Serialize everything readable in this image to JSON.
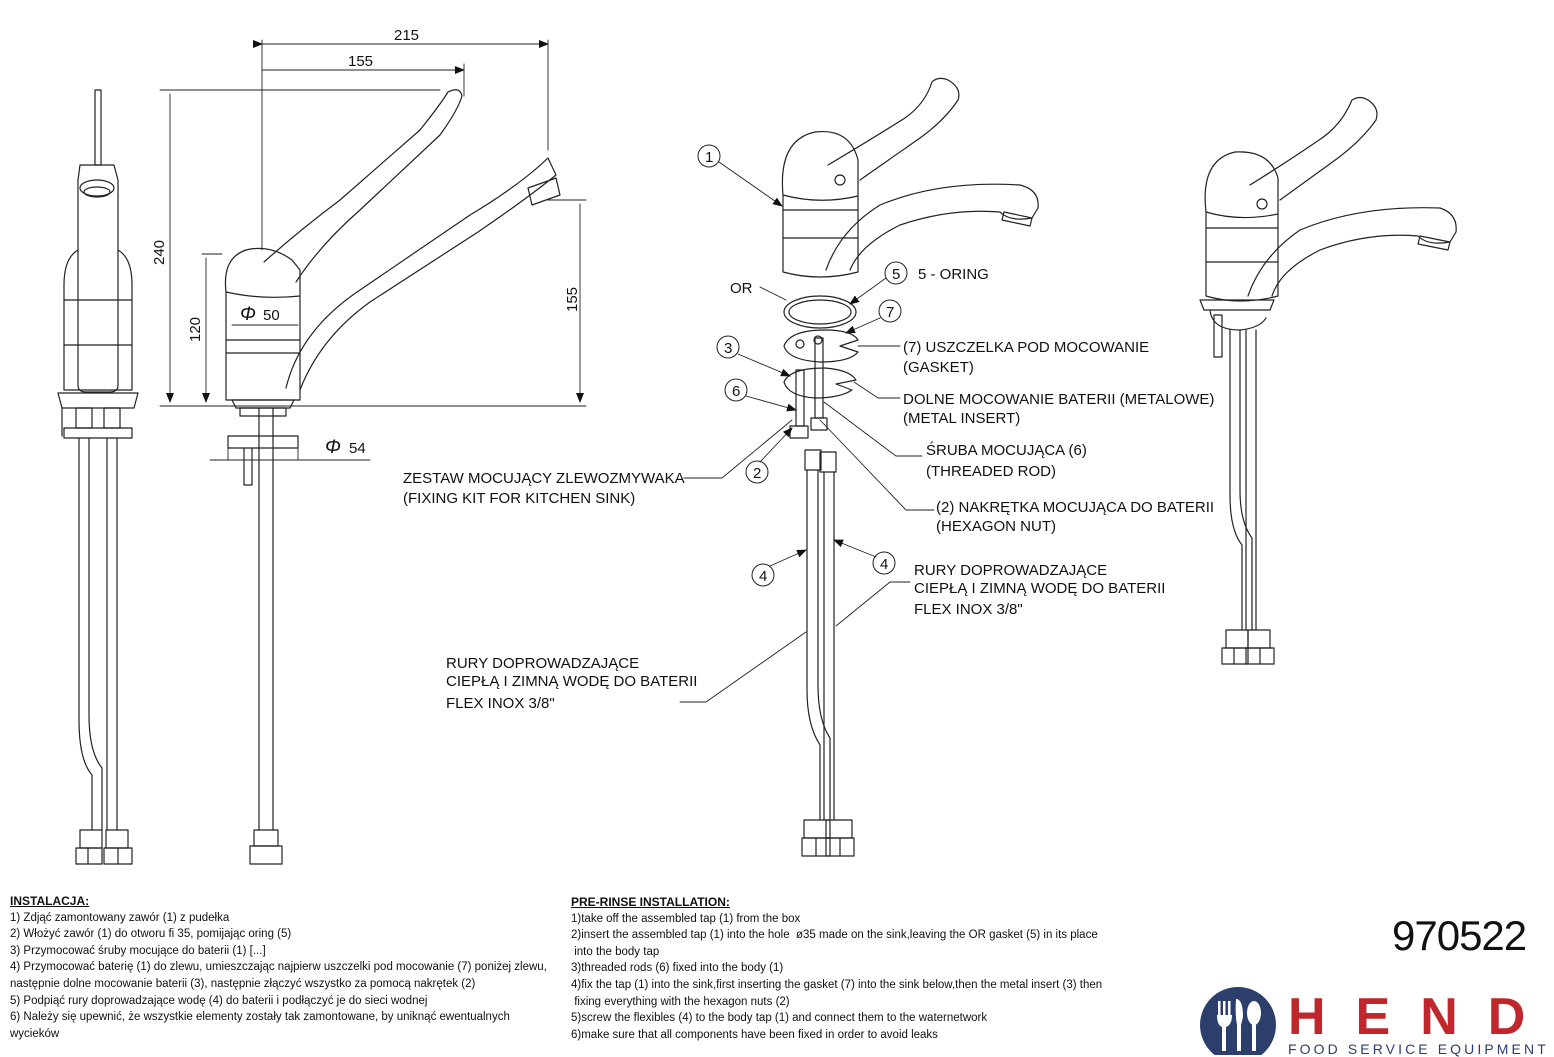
{
  "dimensions": {
    "d215": "215",
    "d155_top": "155",
    "d240": "240",
    "d120": "120",
    "d155_right": "155",
    "phi50": "50",
    "phi54": "54",
    "phi_symbol": "Φ"
  },
  "callouts": {
    "c1": "1",
    "c2": "2",
    "c3": "3",
    "c4a": "4",
    "c4b": "4",
    "c5": "5",
    "c6": "6",
    "c7": "7"
  },
  "labels": {
    "or": "OR",
    "oring": "5 - ORING",
    "gasket_pl": "(7) USZCZELKA POD MOCOWANIE",
    "gasket_en": "(GASKET)",
    "insert_pl": "DOLNE MOCOWANIE BATERII (METALOWE)",
    "insert_en": "(METAL INSERT)",
    "rod_pl": "ŚRUBA MOCUJĄCA (6)",
    "rod_en": "(THREADED ROD)",
    "nut_pl": "(2) NAKRĘTKA MOCUJĄCA DO BATERII",
    "nut_en": "(HEXAGON NUT)",
    "kit_pl": "ZESTAW MOCUJĄCY ZLEWOZMYWAKA",
    "kit_en": "(FIXING KIT FOR KITCHEN SINK)",
    "pipes_r_1": "RURY DOPROWADZAJĄCE",
    "pipes_r_2": "CIEPŁĄ I ZIMNĄ WODĘ DO BATERII",
    "pipes_r_3": "FLEX INOX 3/8\"",
    "pipes_l_1": "RURY DOPROWADZAJĄCE",
    "pipes_l_2": "CIEPŁĄ I ZIMNĄ WODĘ DO BATERII",
    "pipes_l_3": "FLEX INOX 3/8\""
  },
  "instructions_pl": {
    "heading": "INSTALACJA:",
    "lines": [
      "1) Zdjąć zamontowany zawór (1) z pudełka",
      "2) Włożyć zawór (1) do otworu fi 35, pomijając oring (5)",
      "3) Przymocować śruby mocujące do baterii (1) [...]",
      "4) Przymocować baterię (1) do zlewu, umieszczając najpierw uszczelki pod mocowanie (7) poniżej zlewu,",
      "następnie dolne mocowanie baterii (3), następnie złączyć wszystko za pomocą nakrętek (2)",
      "5) Podpiąć rury doprowadzające wodę (4) do baterii i podłączyć je do sieci wodnej",
      "6) Należy się upewnić, że wszystkie elementy zostały tak zamontowane, by uniknąć ewentualnych",
      "wycieków"
    ]
  },
  "instructions_en": {
    "heading": "PRE-RINSE INSTALLATION:",
    "lines": [
      "1)take off the assembled tap (1) from the box",
      "2)insert the assembled tap (1) into the hole  ø35 made on the sink,leaving the OR gasket (5) in its place",
      " into the body tap",
      "3)threaded rods (6) fixed into the body (1)",
      "4)fix the tap (1) into the sink,first inserting the gasket (7) into the sink below,then the metal insert (3) then",
      " fixing everything with the hexagon nuts (2)",
      "5)screw the flexibles (4) to the body tap (1) and connect them to the waternetwork",
      "6)make sure that all components have been fixed in order to avoid leaks"
    ]
  },
  "model_number": "970522",
  "brand": {
    "name": "HENDI",
    "tagline": "FOOD SERVICE EQUIPMENT",
    "color": "#c0272d",
    "mark_color": "#2c3e6b"
  }
}
